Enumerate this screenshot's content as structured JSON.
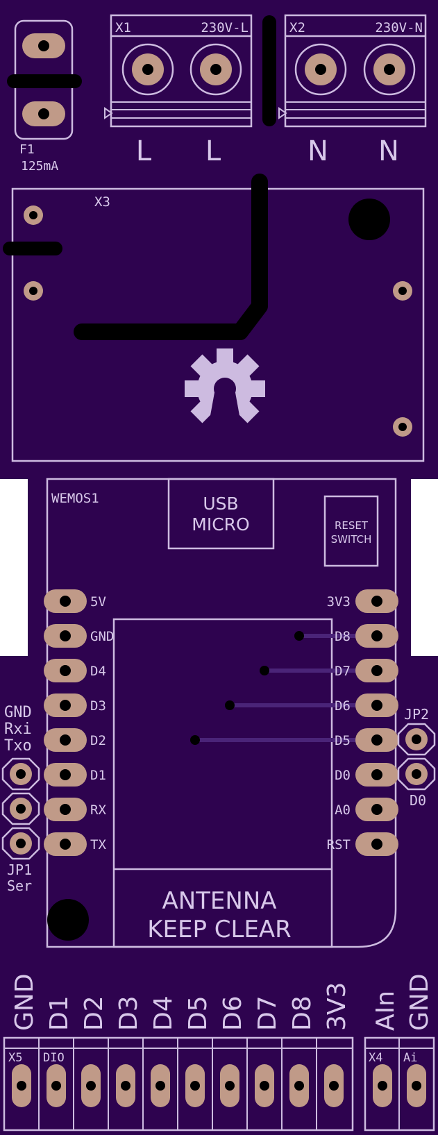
{
  "fuse": {
    "ref": "F1",
    "value": "125mA"
  },
  "x1": {
    "ref": "X1",
    "label": "230V-L",
    "pins": [
      "L",
      "L"
    ]
  },
  "x2": {
    "ref": "X2",
    "label": "230V-N",
    "pins": [
      "N",
      "N"
    ]
  },
  "x3": {
    "ref": "X3"
  },
  "wemos": {
    "ref": "WEMOS1",
    "usb_line1": "USB",
    "usb_line2": "MICRO",
    "reset_line1": "RESET",
    "reset_line2": "SWITCH",
    "left_pins": [
      "5V",
      "GND",
      "D4",
      "D3",
      "D2",
      "D1",
      "RX",
      "TX"
    ],
    "right_pins": [
      "3V3",
      "D8",
      "D7",
      "D6",
      "D5",
      "D0",
      "A0",
      "RST"
    ],
    "antenna_line1": "ANTENNA",
    "antenna_line2": "KEEP CLEAR"
  },
  "jp1": {
    "labels": [
      "GND",
      "Rxi",
      "Txo"
    ],
    "ref": "JP1",
    "name": "Ser"
  },
  "jp2": {
    "ref": "JP2",
    "name": "D0"
  },
  "x5": {
    "ref": "X5",
    "name": "DIO",
    "pins": [
      "GND",
      "D1",
      "D2",
      "D3",
      "D4",
      "D5",
      "D6",
      "D7",
      "D8",
      "3V3"
    ]
  },
  "x4": {
    "ref": "X4",
    "name": "Ai",
    "pins": [
      "AIn",
      "GND"
    ]
  },
  "colors": {
    "board": "#2e034f",
    "silkscreen": "#cdbbe0",
    "pad": "#c09a88",
    "hole": "#000000"
  }
}
